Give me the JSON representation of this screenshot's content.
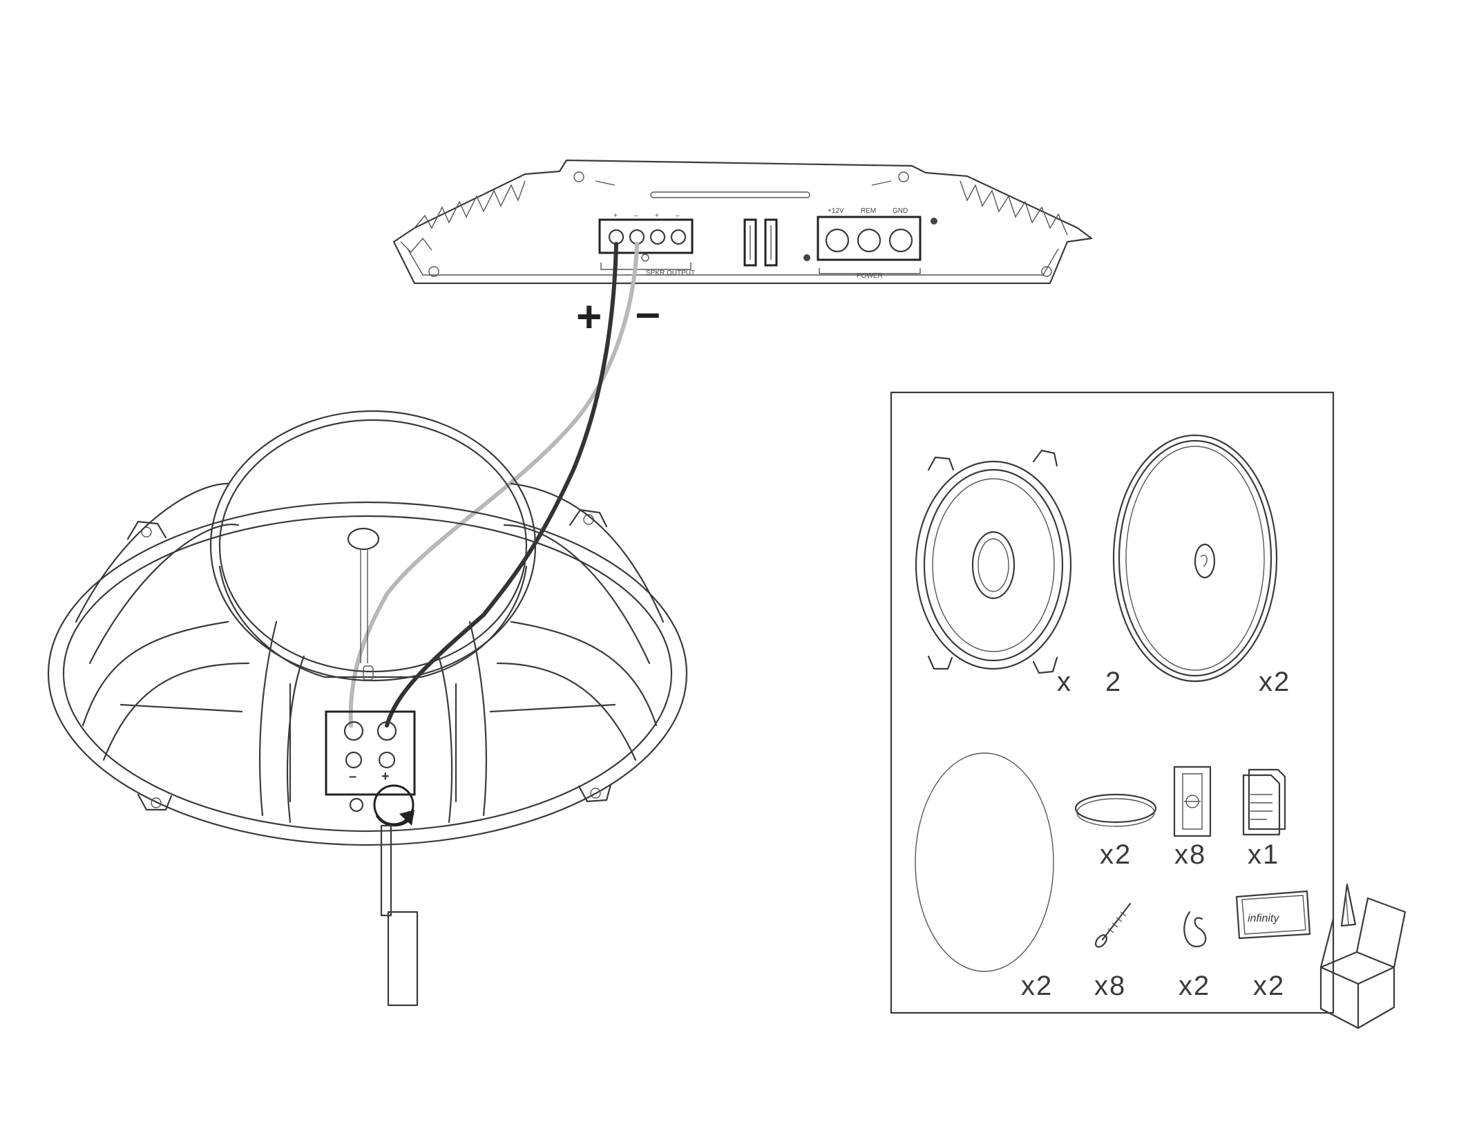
{
  "amplifier": {
    "output_plus": "+",
    "output_minus": "–",
    "output_plus_2": "+",
    "output_minus_2": "–",
    "power_12v": "+12V",
    "power_rem": "REM",
    "power_gnd": "GND",
    "power_label": "POWER",
    "speaker_output_label": "SPKR OUTPUT"
  },
  "wiring": {
    "plus_sign": "+",
    "minus_sign": "–",
    "terminal_minus": "–",
    "terminal_plus": "+"
  },
  "contents": {
    "coaxial_speaker_qty_x": "x",
    "coaxial_speaker_qty_n": "2",
    "oval_speaker_qty": "x2",
    "foam_ring_qty": "x2",
    "grille_ring_qty": "x2",
    "clip_qty": "x8",
    "manual_qty": "x1",
    "screw_qty": "x8",
    "cable_tie_qty": "x2",
    "badge_qty": "x2",
    "badge_text": "infinity"
  },
  "colors": {
    "line": "#3a3a3a",
    "wire_positive": "#333333",
    "wire_negative": "#b8b8b8",
    "background": "#ffffff"
  }
}
